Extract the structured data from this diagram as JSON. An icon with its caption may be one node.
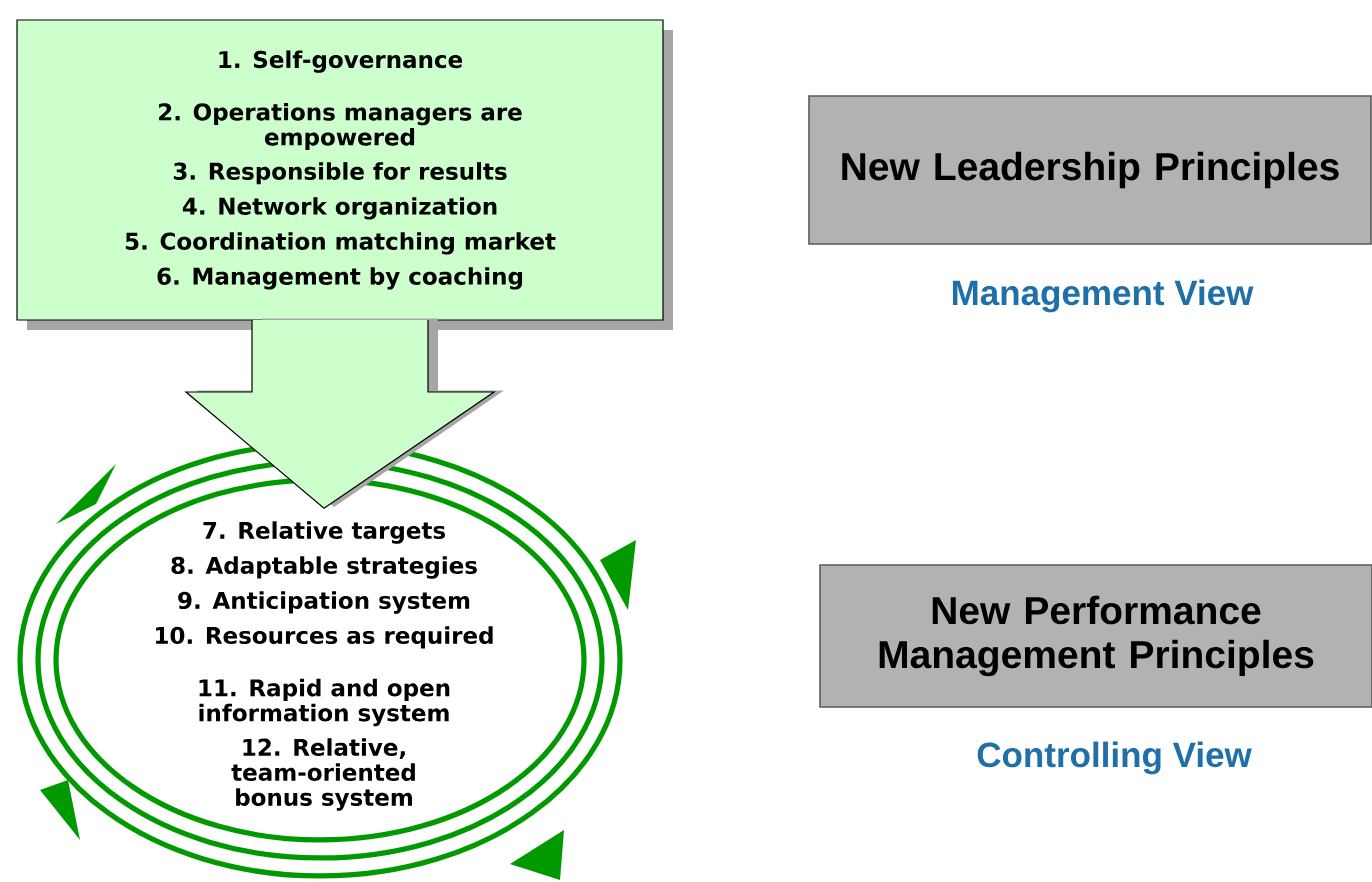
{
  "diagram": {
    "nodes": [
      {
        "text": [
          "1. Self-governance",
          "2. Operations managers are empowered",
          "3. Responsible for results",
          "4. Network organization",
          "5. Coordination matching market",
          "6. Management by coaching"
        ]
      },
      {
        "text": [
          "7. Relative targets",
          "8. Adaptable strategies",
          "9. Anticipation system",
          "10. Resources as required",
          "11. Rapid and open information system",
          "12. Relative, team-oriented bonus system"
        ]
      },
      {
        "text": [
          "New Leadership Principles"
        ],
        "beside": [
          "Management View"
        ]
      },
      {
        "text": [
          "New Performance Management Principles"
        ],
        "beside": [
          "Controlling View"
        ]
      }
    ],
    "edges": [
      {
        "from": 0,
        "to": 1,
        "arrow": "to"
      }
    ]
  }
}
